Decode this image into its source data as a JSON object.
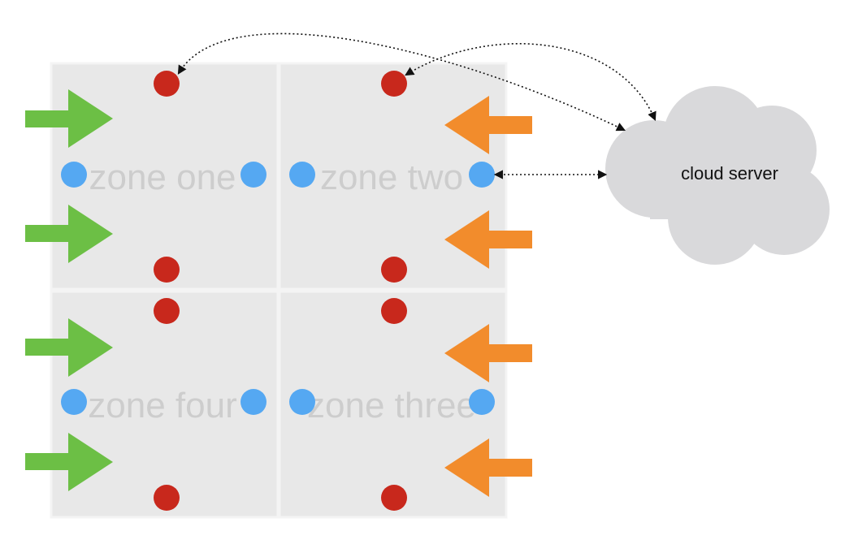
{
  "diagram": {
    "zones": [
      {
        "id": "one",
        "label": "zone one"
      },
      {
        "id": "two",
        "label": "zone two"
      },
      {
        "id": "four",
        "label": "zone four"
      },
      {
        "id": "three",
        "label": "zone three"
      }
    ],
    "cloud": {
      "label": "cloud server"
    },
    "colors": {
      "zone_fill": "#e8e8e8",
      "zone_border": "#f4f4f4",
      "red_node": "#c8281c",
      "blue_node": "#55a8f2",
      "green_arrow": "#6cbf45",
      "orange_arrow": "#f28c2c",
      "cloud_fill": "#d9d9db",
      "connector": "#111111"
    }
  }
}
